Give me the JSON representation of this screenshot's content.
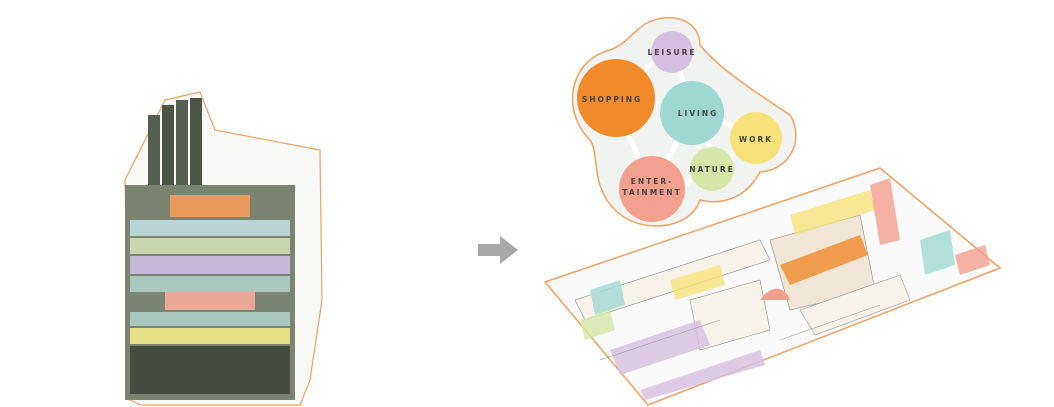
{
  "diagram": {
    "bubbles": {
      "leisure": "LEISURE",
      "shopping": "SHOPPING",
      "living": "LIVING",
      "work": "WORK",
      "nature": "NATURE",
      "entertainment_1": "ENTER-",
      "entertainment_2": "TAINMENT"
    },
    "colors": {
      "leisure": "#d6bfe0",
      "shopping": "#f08a2a",
      "living": "#9fd8d2",
      "work": "#f7e27a",
      "nature": "#d6e6a8",
      "entertainment": "#f4a08e",
      "outline": "#f0a060"
    }
  }
}
